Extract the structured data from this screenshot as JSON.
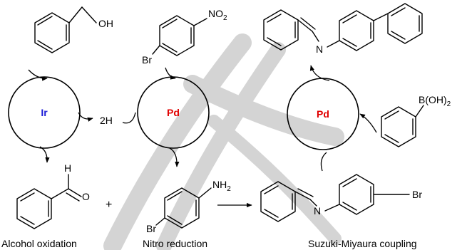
{
  "colors": {
    "iridium": "#1a1ad6",
    "palladium": "#e00000",
    "watermark": "#d4d4d4",
    "ink": "#000000"
  },
  "catalysts": {
    "iridium": "Ir",
    "palladium_left": "Pd",
    "palladium_right": "Pd"
  },
  "hydrogen_transfer": "2H",
  "plus_sign": "+",
  "atoms": {
    "oh": "OH",
    "no2": "NO",
    "no2_sub": "2",
    "br": "Br",
    "n": "N",
    "h": "H",
    "o": "O",
    "nh2": "NH",
    "nh2_sub": "2",
    "boronic": "B(OH)",
    "boronic_sub": "2"
  },
  "captions": {
    "alcohol_oxidation": "Alcohol oxidation",
    "nitro_reduction": "Nitro reduction",
    "suzuki": "Suzuki-Miyaura coupling"
  }
}
